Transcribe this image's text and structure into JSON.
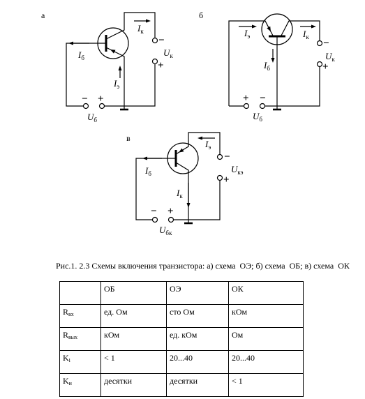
{
  "diagrams": {
    "a": {
      "label": "а",
      "current_collector": {
        "main": "I",
        "sub": "к"
      },
      "current_base": {
        "main": "I",
        "sub": "б"
      },
      "current_emitter": {
        "main": "I",
        "sub": "э"
      },
      "output_source": {
        "main": "U",
        "sub": "к",
        "minus": "−",
        "plus": "+"
      },
      "input_source": {
        "main": "U",
        "sub": "б",
        "minus": "−",
        "plus": "+"
      }
    },
    "b": {
      "label": "б",
      "current_emitter": {
        "main": "I",
        "sub": "э"
      },
      "current_collector": {
        "main": "I",
        "sub": "к"
      },
      "current_base": {
        "main": "I",
        "sub": "б"
      },
      "output_source": {
        "main": "U",
        "sub": "к",
        "minus": "−",
        "plus": "+"
      },
      "input_source": {
        "main": "U",
        "sub": "б",
        "minus": "−",
        "plus": "+"
      }
    },
    "v": {
      "label": "в",
      "current_emitter": {
        "main": "I",
        "sub": "э"
      },
      "current_base": {
        "main": "I",
        "sub": "б"
      },
      "current_collector": {
        "main": "I",
        "sub": "к"
      },
      "output_source": {
        "main": "U",
        "sub": "кэ",
        "minus": "−",
        "plus": "+"
      },
      "input_source": {
        "main": "U",
        "sub": "бк",
        "minus": "−",
        "plus": "+"
      }
    }
  },
  "caption": "Рис.1. 2.3 Схемы включения транзистора: а) схема  ОЭ; б) схема  ОБ; в) схема  ОК",
  "table": {
    "headers": [
      "",
      "ОБ",
      "ОЭ",
      "ОК"
    ],
    "rows": [
      {
        "param": {
          "main": "R",
          "sub": "вх"
        },
        "values": [
          "ед. Ом",
          "сто Ом",
          "кОм"
        ]
      },
      {
        "param": {
          "main": "R",
          "sub": "вых"
        },
        "values": [
          "кОм",
          "ед. кОм",
          "Ом"
        ]
      },
      {
        "param": {
          "main": "K",
          "sub": "i"
        },
        "values": [
          "< 1",
          "20...40",
          "20...40"
        ]
      },
      {
        "param": {
          "main": "K",
          "sub": "и"
        },
        "values": [
          "десятки",
          "десятки",
          "< 1"
        ]
      }
    ]
  }
}
